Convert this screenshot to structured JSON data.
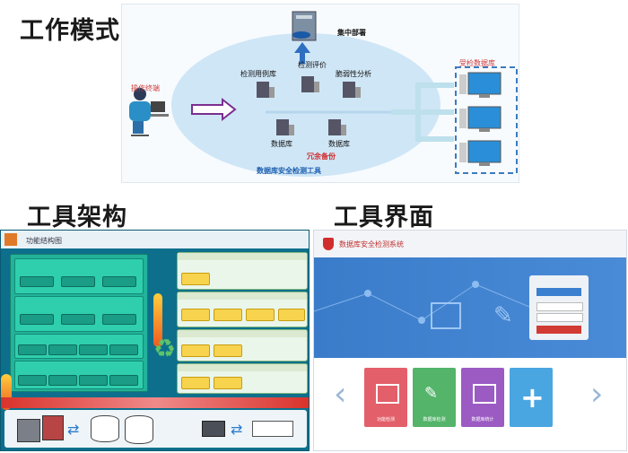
{
  "headings": {
    "work_mode": "工作模式",
    "architecture": "工具架构",
    "interface": "工具界面"
  },
  "work_mode_diagram": {
    "operator_terminal": "操作终端",
    "central_deployment": "集中部署",
    "test_case_db": "检测用例库",
    "evaluation": "检测评价",
    "vulnerability_analysis": "脆弱性分析",
    "db_left": "数据库",
    "db_right": "数据库",
    "redundancy": "冗余备份",
    "tool_name": "数据库安全检测工具",
    "target_db": "受检数据库"
  },
  "architecture_diagram": {
    "title": "功能结构图"
  },
  "interface_screen": {
    "app_title": "数据库安全检测系统",
    "tiles": [
      "功能检测",
      "数据库检测",
      "数据库统计"
    ]
  },
  "colors": {
    "accent_blue": "#1e78c8",
    "arrow_purple": "#7b2e8e",
    "arch_green": "#22b39a",
    "ui_blue": "#3d7cc9"
  }
}
